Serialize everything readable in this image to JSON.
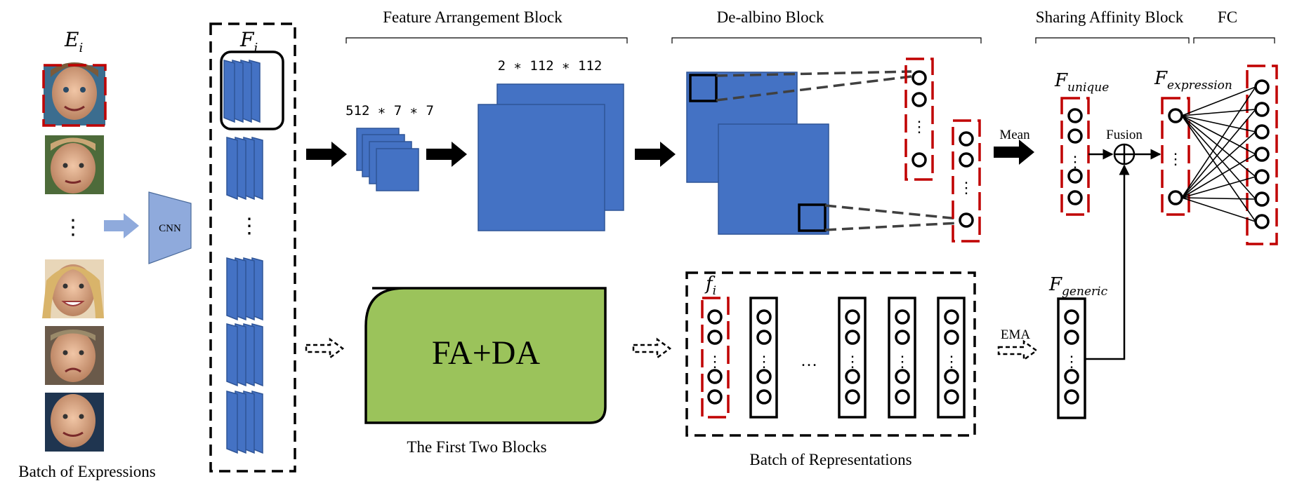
{
  "sections": {
    "feature_arrangement": "Feature Arrangement Block",
    "de_albino": "De-albino Block",
    "sharing_affinity": "Sharing Affinity Block",
    "fc": "FC"
  },
  "labels": {
    "batch_expressions": "Batch of Expressions",
    "cnn": "CNN",
    "ellipsis": "⋮",
    "dim_small": "512 ∗ 7 ∗ 7",
    "dim_large": "2 ∗ 112 ∗ 112",
    "mean": "Mean",
    "ema": "EMA",
    "fusion": "Fusion",
    "fa_da": "FA+DA",
    "first_two_blocks": "The First Two Blocks",
    "batch_representations": "Batch of Representations",
    "horizontal_ellipsis": "…"
  },
  "math": {
    "E": {
      "base": "E",
      "sub": "i"
    },
    "F": {
      "base": "F",
      "sub": "i"
    },
    "f": {
      "base": "f",
      "sub": "i"
    },
    "F_unique": {
      "base": "F",
      "sub": "unique"
    },
    "F_expression": {
      "base": "F",
      "sub": "expression"
    },
    "F_generic": {
      "base": "F",
      "sub": "generic"
    }
  },
  "colors": {
    "feature_blue": "#4472C4",
    "fa_da_green": "#9BC35B",
    "highlight_red": "#C00000",
    "cnn_light_blue": "#8FAADC"
  },
  "faces": [
    "smiling-child-face",
    "young-boy-face",
    "smiling-woman-face",
    "sad-boy-face",
    "older-man-face"
  ]
}
